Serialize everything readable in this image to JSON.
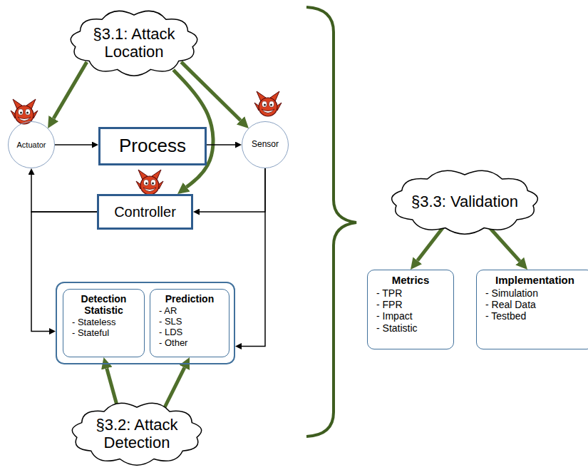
{
  "diagram": {
    "nodes": [
      {
        "text": [
          "§3.1: Attack Location"
        ]
      },
      {
        "text": [
          "Actuator"
        ]
      },
      {
        "text": [
          "Process"
        ]
      },
      {
        "text": [
          "Sensor"
        ]
      },
      {
        "text": [
          "Controller"
        ]
      },
      {
        "text": []
      },
      {
        "text": [
          "Detection Statistic",
          "- Stateless",
          "- Stateful"
        ],
        "in": 5
      },
      {
        "text": [
          "Prediction",
          "- AR",
          "- SLS",
          "- LDS",
          "- Other"
        ],
        "in": 5
      },
      {
        "text": [
          "§3.2: Attack Detection"
        ]
      },
      {
        "text": [
          "§3.3: Validation"
        ]
      },
      {
        "text": [
          "Metrics",
          "- TPR",
          "- FPR",
          "- Impact",
          "- Statistic"
        ]
      },
      {
        "text": [
          "Implementation",
          "- Simulation",
          "- Real Data",
          "- Testbed"
        ]
      }
    ],
    "edges": [
      {
        "from": 0,
        "to": 1,
        "arrow": "to"
      },
      {
        "from": 0,
        "to": 4,
        "arrow": "to"
      },
      {
        "from": 0,
        "to": 3,
        "arrow": "to"
      },
      {
        "from": 1,
        "to": 2,
        "arrow": "to"
      },
      {
        "from": 2,
        "to": 3,
        "arrow": "to"
      },
      {
        "from": 3,
        "to": 4,
        "arrow": "to"
      },
      {
        "from": 4,
        "to": 1,
        "arrow": "to"
      },
      {
        "from": 4,
        "to": 5,
        "arrow": "to"
      },
      {
        "from": 3,
        "to": 5,
        "arrow": "to"
      },
      {
        "from": 8,
        "to": 6,
        "arrow": "to"
      },
      {
        "from": 8,
        "to": 7,
        "arrow": "to"
      },
      {
        "from": 9,
        "to": 10,
        "arrow": "to"
      },
      {
        "from": 9,
        "to": 11,
        "arrow": "to"
      }
    ]
  }
}
